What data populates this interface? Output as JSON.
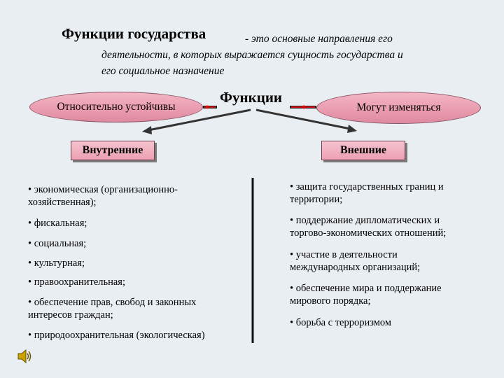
{
  "title": "Функции государства",
  "definition": {
    "line1": "- это основные направления его",
    "line2": "деятельности, в которых выражается сущность государства и",
    "line3": "его социальное назначение"
  },
  "center_label": "Функции",
  "left_ellipse": "Относительно устойчивы",
  "right_ellipse": "Могут изменяться",
  "left_box": "Внутренние",
  "right_box": "Внешние",
  "internal": [
    {
      "l1": "• экономическая (организационно-",
      "l2": "хозяйственная);"
    },
    {
      "l1": "• фискальная;",
      "l2": ""
    },
    {
      "l1": "• социальная;",
      "l2": ""
    },
    {
      "l1": "• культурная;",
      "l2": ""
    },
    {
      "l1": "• правоохранительная;",
      "l2": ""
    },
    {
      "l1": "• обеспечение прав, свобод и законных",
      "l2": "интересов граждан;"
    },
    {
      "l1": "• природоохранительная (экологическая)",
      "l2": ""
    }
  ],
  "external": [
    {
      "l1": "• защита государственных границ и",
      "l2": "территории;"
    },
    {
      "l1": "• поддержание дипломатических и",
      "l2": "торгово-экономических отношений;"
    },
    {
      "l1": "• участие в деятельности",
      "l2": "международных организаций;"
    },
    {
      "l1": "• обеспечение мира и поддержание",
      "l2": "мирового порядка;"
    },
    {
      "l1": "• борьба с терроризмом",
      "l2": ""
    }
  ],
  "colors": {
    "background": "#e9eef3",
    "ellipse_fill": "#ea9cb0",
    "arrow": "#333333",
    "connector": "#d01010"
  },
  "icons": {
    "speaker": "speaker-icon"
  }
}
